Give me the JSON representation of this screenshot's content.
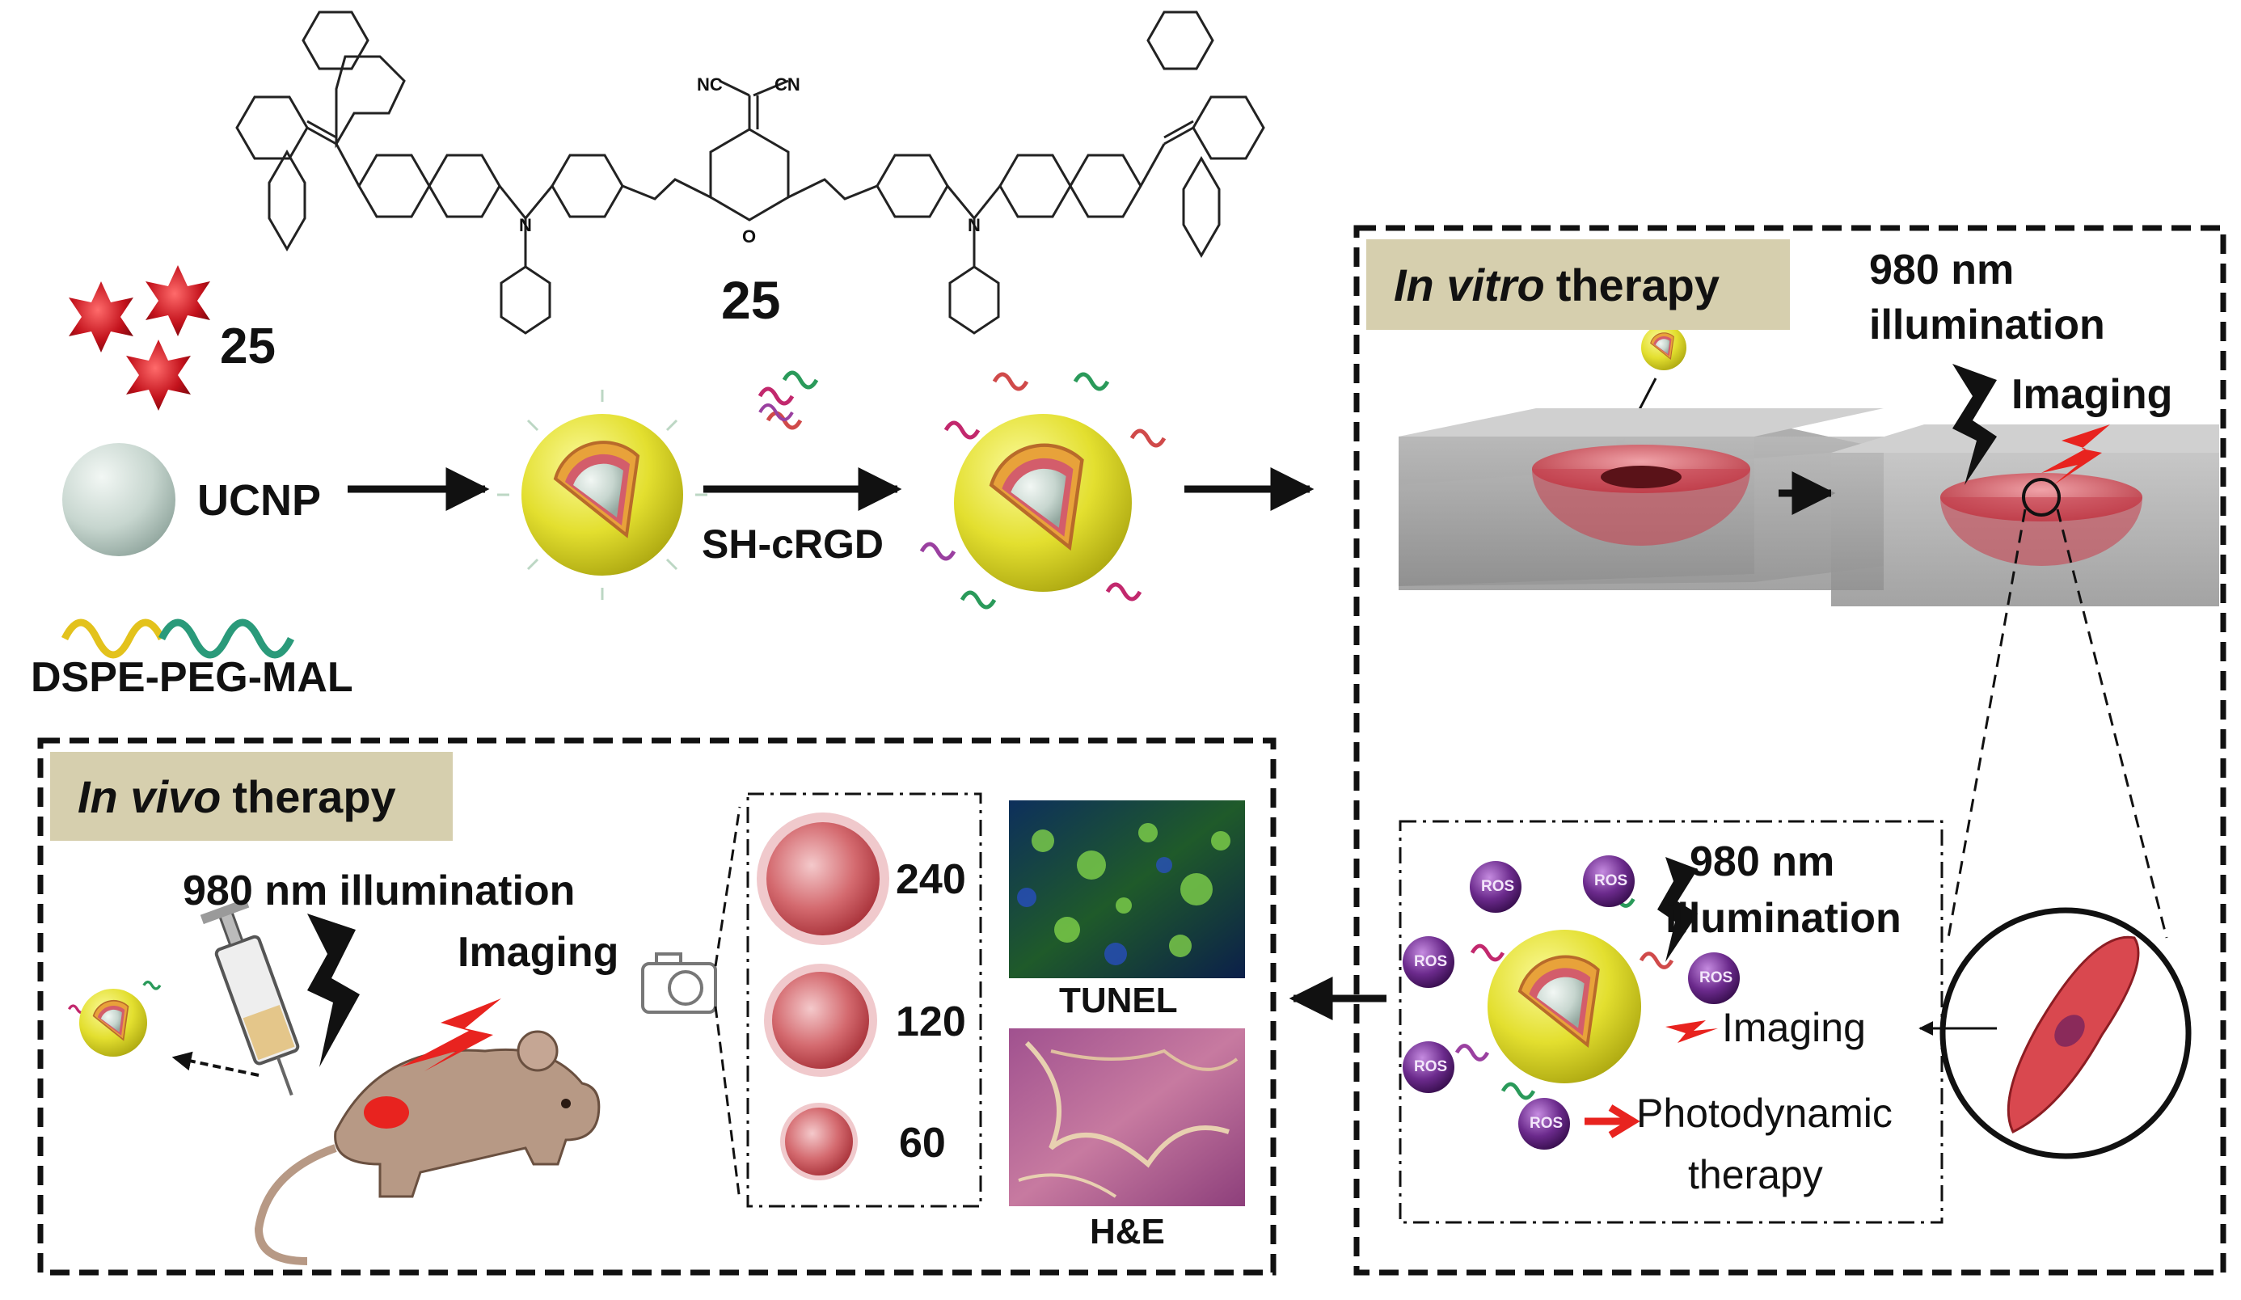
{
  "molecule": {
    "compound_number": "25",
    "atoms": {
      "nc_left": "NC",
      "cn_right": "CN",
      "oxygen": "O",
      "nitrogen_left": "N",
      "nitrogen_right": "N"
    }
  },
  "components": {
    "aggregate_label": "25",
    "ucnp_label": "UCNP",
    "lipid_label": "DSPE-PEG-MAL",
    "peptide_label": "SH-cRGD"
  },
  "in_vitro": {
    "title_italic": "In vitro",
    "title_rest": "therapy",
    "illumination_line1": "980 nm",
    "illumination_line2": "illumination",
    "imaging_label": "Imaging",
    "detail": {
      "illumination_line1": "980 nm",
      "illumination_line2": "illumination",
      "ros_label": "ROS",
      "imaging_label": "Imaging",
      "pdt_line1": "Photodynamic",
      "pdt_line2": "therapy"
    }
  },
  "in_vivo": {
    "title_italic": "In vivo",
    "title_rest": "therapy",
    "illumination": "980 nm illumination",
    "imaging_label": "Imaging",
    "tumor_sizes": [
      "240",
      "120",
      "60"
    ],
    "stain_1": "TUNEL",
    "stain_2": "H&E"
  },
  "colors": {
    "tag_bg": "#d6cfae",
    "shell_yellow": "#e6e23a",
    "core_grey": "#d5e0da",
    "tumor_red": "#c9454c",
    "ros_purple": "#6b2a8c",
    "laser_red": "#e8231f"
  }
}
